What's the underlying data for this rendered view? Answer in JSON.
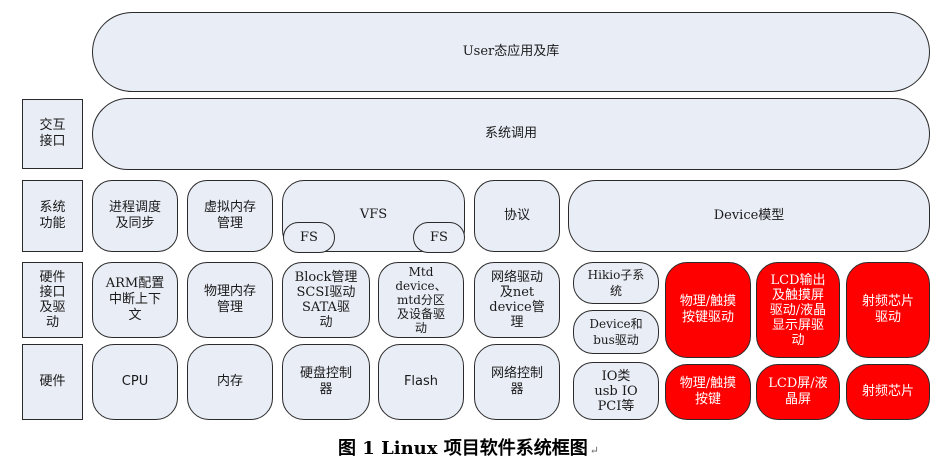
{
  "top_layer": "User态应用及库",
  "layer_labels": {
    "interaction": "交互\n接口",
    "system_function": "系统\n功能",
    "hw_interface_driver": "硬件\n接口\n及驱\n动",
    "hardware": "硬件"
  },
  "syscall": "系统调用",
  "system_function": {
    "process": "进程调度\n及同步",
    "vmem": "虚拟内存\n管理",
    "vfs": "VFS",
    "fs_left": "FS",
    "fs_right": "FS",
    "protocol": "协议",
    "device_model": "Device模型"
  },
  "drivers": {
    "arm": "ARM配置\n中断上下\n文",
    "pmem": "物理内存\n管理",
    "block": "Block管理\nSCSI驱动\nSATA驱\n动",
    "mtd": "Mtd\ndevice、\nmtd分区\n及设备驱\n动",
    "net": "网络驱动\n及net\ndevice管\n理",
    "hikio": "Hikio子系\n统",
    "device_bus": "Device和\nbus驱动",
    "touch_key_drv": "物理/触摸\n按键驱动",
    "lcd_drv": "LCD输出\n及触摸屏\n驱动/液晶\n显示屏驱\n动",
    "rf_drv": "射频芯片\n驱动"
  },
  "hardware": {
    "cpu": "CPU",
    "memory": "内存",
    "disk": "硬盘控制\n器",
    "flash": "Flash",
    "netctl": "网络控制\n器",
    "io": "IO类\nusb IO\nPCI等",
    "touch_key": "物理/触摸\n按键",
    "lcd": "LCD屏/液\n晶屏",
    "rf": "射频芯片"
  },
  "caption": "图 1 Linux 项目软件系统框图",
  "caption_mark": "↵",
  "colors": {
    "box_fill": "#e9edf6",
    "highlight": "#ff0000",
    "border": "#2a2a2a"
  }
}
